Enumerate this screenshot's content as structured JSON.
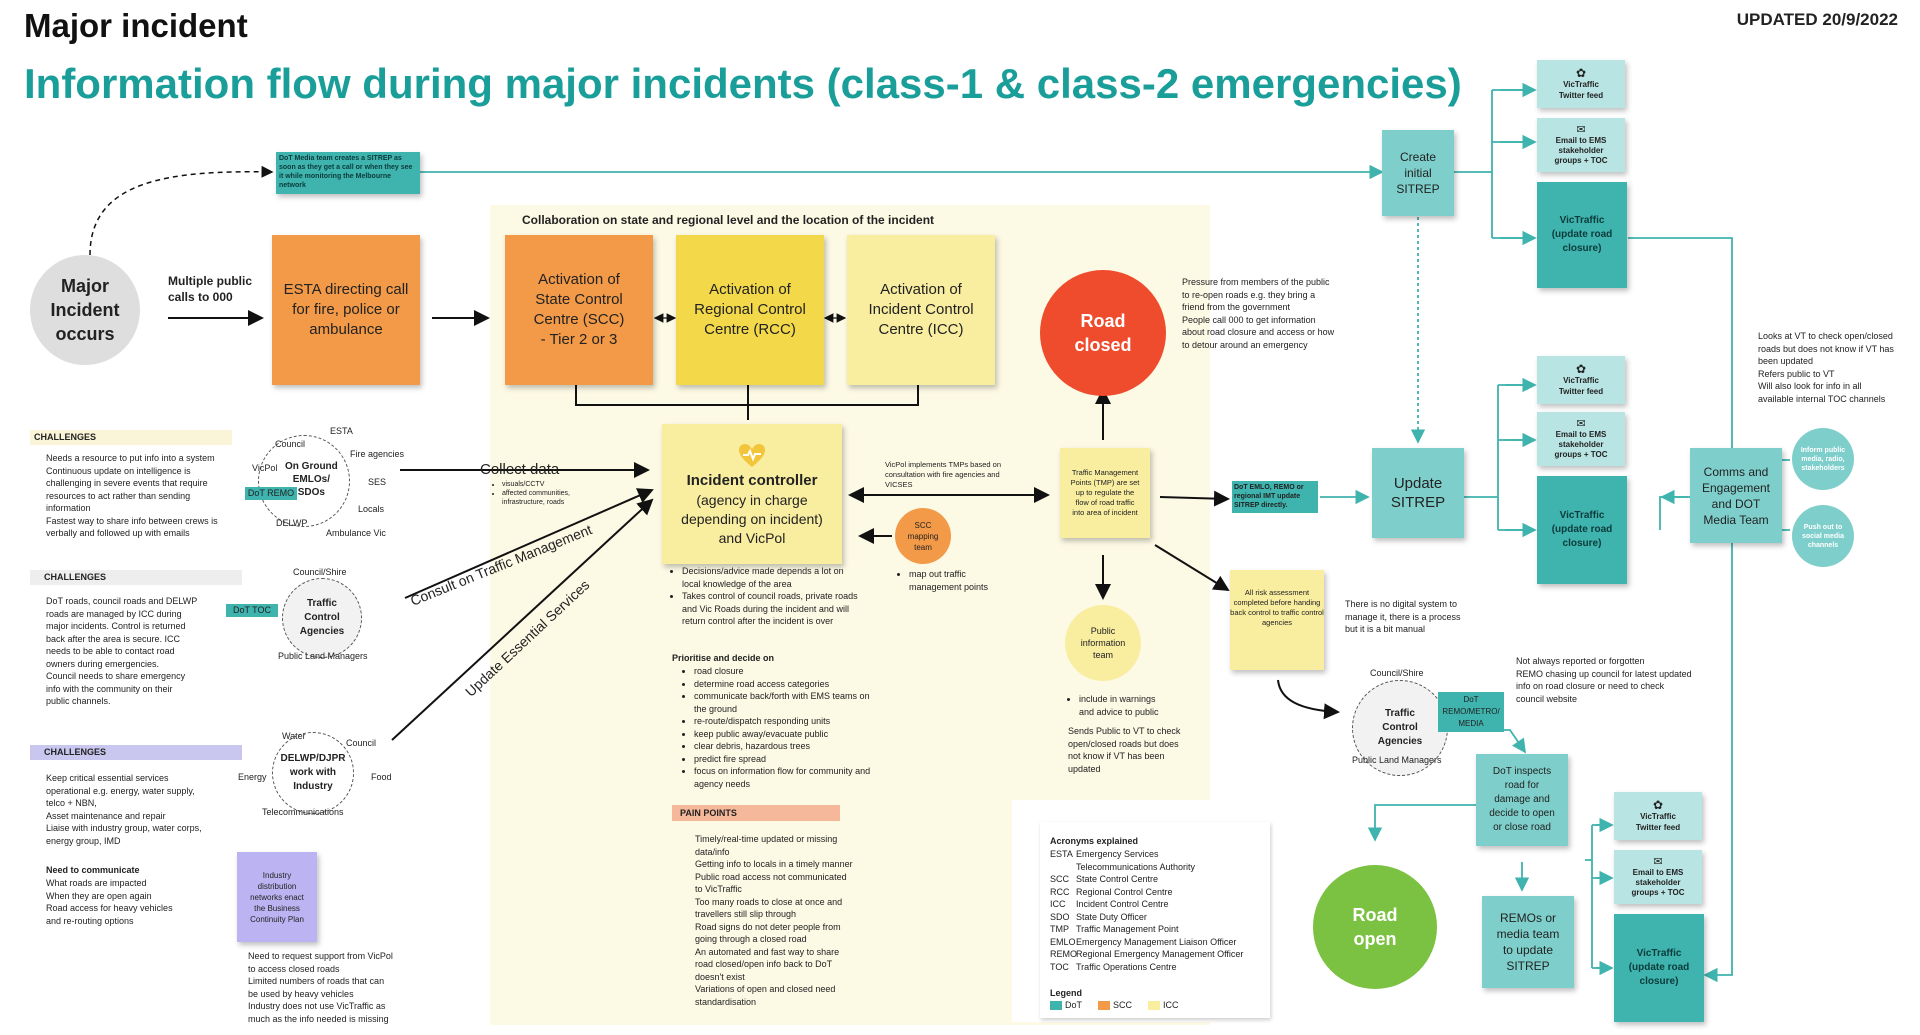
{
  "header": {
    "title": "Major incident",
    "subtitle": "Information flow during major incidents (class-1 & class-2 emergencies)",
    "updated": "UPDATED  20/9/2022"
  },
  "start": {
    "major_incident": "Major\nIncident\noccurs",
    "multiple_calls": "Multiple public\ncalls to 000",
    "esta": "ESTA directing call\nfor fire, police or\nambulance",
    "dot_media": "DoT Media team creates a SITREP as soon as they get a call or when they see it while monitoring the Melbourne network"
  },
  "collaboration": {
    "title": "Collaboration on state and regional level and the location of the incident",
    "scc": "Activation of\nState Control\nCentre (SCC)\n- Tier 2 or 3",
    "rcc": "Activation of\nRegional Control\nCentre (RCC)",
    "icc": "Activation of\nIncident Control\nCentre (ICC)",
    "ic_title": "Incident controller",
    "ic_body": "(agency in charge\ndepending on incident)\nand VicPol",
    "decisions": [
      "Decisions/advice made depends a lot on local knowledge of the area",
      "Takes control of council roads, private roads and Vic Roads during the incident and will return control after the incident is over"
    ],
    "prioritise_title": "Prioritise and decide on",
    "prioritise": [
      "road closure",
      "determine road access categories",
      "communicate back/forth with EMS teams on the ground",
      "re-route/dispatch responding units",
      "keep public away/evacuate public",
      "clear debris, hazardous trees",
      "predict fire spread",
      "focus on information flow for community and agency needs"
    ],
    "pain_points_title": "PAIN POINTS",
    "pain_points": "Timely/real-time updated or missing\ndata/info\nGetting info to locals in a timely manner\nPublic road access not communicated\nto VicTraffic\nToo many roads to close at once and\ntravellers still slip through\nRoad signs do not deter people from\ngoing through a closed road\nAn automated and fast way to share\nroad closed/open info back to DoT\ndoesn't exist\nVariations of open and closed need\nstandardisation"
  },
  "left": {
    "challenges1_title": "CHALLENGES",
    "challenges1": "Needs a resource to put info into a system\nContinuous update on intelligence is\nchallenging in severe events that require\nresources to act rather than sending\ninformation\nFastest way to share info between crews is\nverbally and followed up with emails",
    "onground": "On Ground\nEMLOs/\nSDOs",
    "onground_labels": [
      "ESTA",
      "Council",
      "Fire agencies",
      "VicPol",
      "SES",
      "DoT REMO",
      "Locals",
      "DELWP",
      "Ambulance Vic"
    ],
    "collect_data": "Collect data",
    "collect_bullets": [
      "visuals/CCTV",
      "affected communities, infrastructure, roads"
    ],
    "challenges2_title": "CHALLENGES",
    "challenges2": "DoT roads, council roads and DELWP\nroads are managed by ICC during\nmajor incidents. Control is returned\nback after the area is secure. ICC\nneeds to be able to contact road\nowners during emergencies.\nCouncil needs to share emergency\ninfo with the community on their\npublic channels.",
    "tca": "Traffic\nControl\nAgencies",
    "tca_top": "Council/Shire",
    "tca_bottom": "Public Land Managers",
    "dot_toc": "DoT TOC",
    "consult": "Consult on Traffic Management",
    "update_es": "Update Essential Services",
    "challenges3_title": "CHALLENGES",
    "challenges3": "Keep critical essential services\noperational e.g. energy, water supply,\ntelco + NBN,\nAsset maintenance and repair\nLiaise with industry group, water corps,\nenergy group, IMD",
    "need_title": "Need to communicate",
    "need": "What roads are impacted\nWhen they are open again\nRoad access for heavy vehicles\nand re-routing options",
    "delwp": "DELWP/DJPR\nwork with\nIndustry",
    "delwp_labels": [
      "Water",
      "Council",
      "Energy",
      "Food",
      "Telecommunications"
    ],
    "industry": "Industry\ndistribution\nnetworks enact\nthe Business\nContinuity Plan",
    "vicpol_support": "Need to request support from VicPol\nto access closed roads\nLimited numbers of roads that can\nbe used by heavy vehicles\nIndustry does not use VicTraffic as\nmuch as the info needed is missing"
  },
  "middle": {
    "vicpol_tmp": "VicPol implements TMPs based on\nconsultation with fire agencies and\nVICSES",
    "scc_mapping": "SCC\nmapping\nteam",
    "map_out": "map out traffic\nmanagement\npoints",
    "road_closed": "Road\nclosed",
    "pressure": "Pressure from members of the public\nto re-open roads e.g. they bring a\nfriend from the government\nPeople call 000 to get information\nabout road closure and access or how\nto detour around an emergency",
    "tmp": "Traffic Management\nPoints (TMP) are set\nup to regulate the\nflow of road traffic\ninto area of incident",
    "public_info": "Public\ninformation\nteam",
    "public_info_notes": [
      "include in warnings",
      "and advice to public"
    ],
    "sends_public": "Sends Public to VT to check\nopen/closed roads but does\nnot know if VT has been\nupdated",
    "risk": "All risk assessment completed before handing back control to traffic control agencies",
    "risk_bold": "risk assessment completed",
    "dot_emlo": "DoT EMLO, REMO or regional IMT update SITREP directly."
  },
  "right": {
    "create_sitrep": "Create\ninitial\nSITREP",
    "update_sitrep": "Update\nSITREP",
    "vt_twitter": "VicTraffic\nTwitter feed",
    "email_ems": "Email to EMS\nstakeholder\ngroups + TOC",
    "vt_update": "VicTraffic\n(update road\nclosure)",
    "no_digital": "There is no digital system to\nmanage it, there is a process\nbut it is a bit manual",
    "looks_at_vt": "Looks at VT to check open/closed\nroads but does not know if VT has\nbeen updated\nRefers public to VT\nWill also look for info in all\navailable internal TOC channels",
    "comms": "Comms and\nEngagement\nand DOT\nMedia Team",
    "inform_public": "Inform public media, radio, stakeholders",
    "push_out": "Push out to social media channels",
    "not_always": "Not always reported or forgotten\nREMO chasing up council for latest updated\ninfo on road closure or need to check\ncouncil website",
    "tca2": "Traffic\nControl\nAgencies",
    "tca2_top": "Council/Shire",
    "tca2_bottom": "Public Land Managers",
    "dot_remo": "DoT\nREMO/METRO/\nMEDIA",
    "dot_inspects": "DoT inspects\nroad for\ndamage and\ndecide to open\nor close road",
    "road_open": "Road\nopen",
    "remos_media": "REMOs or\nmedia team\nto update\nSITREP"
  },
  "acronyms": {
    "title": "Acronyms explained",
    "items": [
      {
        "k": "ESTA",
        "v": "Emergency Services\nTelecommunications Authority"
      },
      {
        "k": "SCC",
        "v": "State Control Centre"
      },
      {
        "k": "RCC",
        "v": "Regional Control Centre"
      },
      {
        "k": "ICC",
        "v": "Incident Control Centre"
      },
      {
        "k": "SDO",
        "v": "State Duty Officer"
      },
      {
        "k": "TMP",
        "v": "Traffic Management Point"
      },
      {
        "k": "EMLO",
        "v": "Emergency Management Liaison Officer"
      },
      {
        "k": "REMO",
        "v": "Regional Emergency Management Officer"
      },
      {
        "k": "TOC",
        "v": "Traffic Operations Centre"
      }
    ],
    "legend_title": "Legend",
    "legend": [
      {
        "label": "DoT",
        "color": "#3fb3ae"
      },
      {
        "label": "SCC",
        "color": "#f39a48"
      },
      {
        "label": "ICC",
        "color": "#f9eda0"
      }
    ]
  },
  "colors": {
    "teal": "#3fb3ae",
    "orange": "#f39a48",
    "yellow": "#f3d94a",
    "light_yellow": "#f9eda0",
    "red": "#ef4b2d",
    "green": "#7cc242"
  }
}
